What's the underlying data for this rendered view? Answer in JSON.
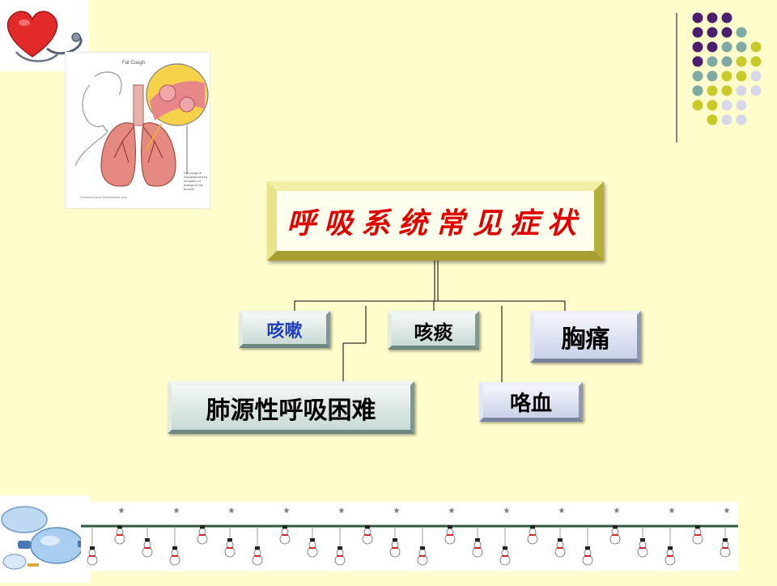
{
  "diagram": {
    "title": "呼吸系统常见症状",
    "symptoms": {
      "cough": "咳嗽",
      "sputum": "咳痰",
      "chest_pain": "胸痛",
      "dyspnea": "肺源性呼吸困难",
      "hemoptysis": "咯血"
    }
  },
  "illustration": {
    "title": "Fat Cough",
    "caption": "Fat cough is characterized by formation of phlegm in the bronchi",
    "source": "Download from Dreamstime.com"
  },
  "colors": {
    "background": "#FFFDCC",
    "title_text": "#E00000",
    "cough_label": "#1F3FBF",
    "dot_purple": "#4B1E6E",
    "dot_teal": "#7FA9A3",
    "dot_olive": "#C9C92A",
    "dot_lavender": "#D7D7EA"
  }
}
